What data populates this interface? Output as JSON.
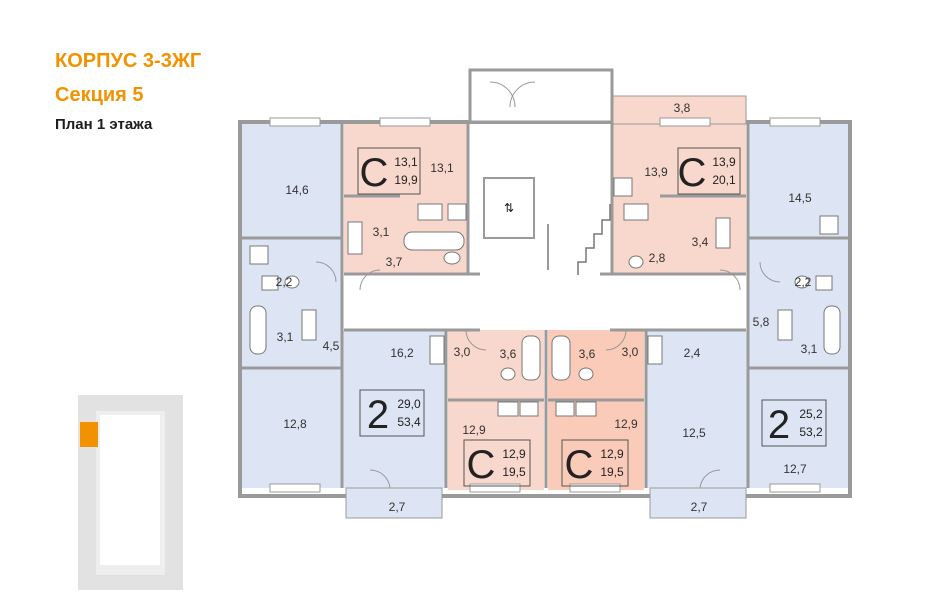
{
  "header": {
    "building": "КОРПУС 3-3ЖГ",
    "section": "Секция 5",
    "plan": "План 1 этажа"
  },
  "colors": {
    "accent": "#f39200",
    "studio_fill": "#f8d7cc",
    "studio_highlight": "#f9cbb8",
    "two_room_fill": "#dde4f3",
    "corridor_fill": "#ffffff",
    "wall": "#9a9a9a",
    "key_active": "#f39200",
    "key_block": "#e2e2e2"
  },
  "apartments": [
    {
      "id": "a1",
      "type": "С",
      "area_living": "13,1",
      "area_total": "19,9"
    },
    {
      "id": "a2",
      "type": "С",
      "area_living": "13,9",
      "area_total": "20,1"
    },
    {
      "id": "a3",
      "type": "2",
      "area_living": "29,0",
      "area_total": "53,4"
    },
    {
      "id": "a4",
      "type": "С",
      "area_living": "12,9",
      "area_total": "19,5"
    },
    {
      "id": "a5",
      "type": "С",
      "area_living": "12,9",
      "area_total": "19,5"
    },
    {
      "id": "a6",
      "type": "2",
      "area_living": "25,2",
      "area_total": "53,2"
    }
  ],
  "rooms": {
    "r1": "14,6",
    "r2": "13,1",
    "r3": "3,8",
    "r4": "13,9",
    "r5": "14,5",
    "r6": "3,1",
    "r7": "3,7",
    "r8": "3,4",
    "r9": "2,8",
    "r10": "2,2",
    "r11": "2,2",
    "r12": "3,1",
    "r13": "4,5",
    "r14": "16,2",
    "r15": "3,0",
    "r16": "3,6",
    "r17": "3,6",
    "r18": "3,0",
    "r19": "2,4",
    "r20": "5,8",
    "r21": "3,1",
    "r22": "12,8",
    "r23": "12,9",
    "r24": "12,9",
    "r25": "12,5",
    "r26": "12,7",
    "r27": "2,7",
    "r28": "2,7"
  },
  "icons": [
    "elevator-icon",
    "wardrobe-icon",
    "bathtub-icon",
    "toilet-icon",
    "sink-icon",
    "stove-icon",
    "stairs-icon"
  ]
}
